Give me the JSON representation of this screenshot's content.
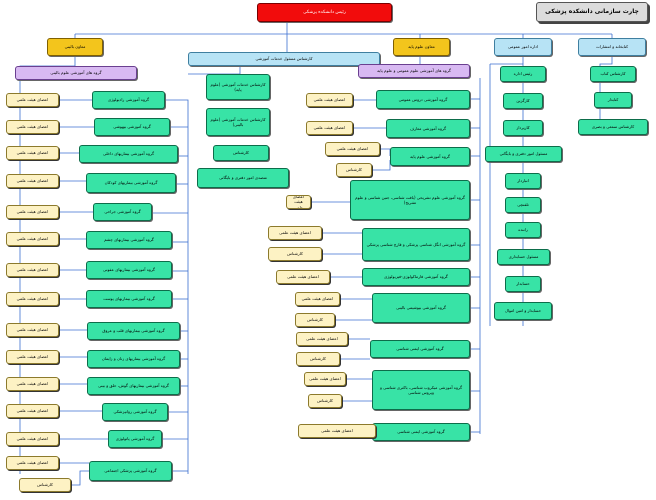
{
  "title": "چارت سازمانی دانشکده پزشکی",
  "root": "رئیس دانشکده پزشکی",
  "deputies": {
    "clinical": "معاون بالینی",
    "basic": "معاون علوم پایه",
    "general_affairs": "اداره امور عمومی",
    "library": "کتابخانه و انتشارات"
  },
  "edu_services": "کارشناس مسئول خدمات آموزشی",
  "edu_staff": [
    "کارشناس خدمات آموزشی (علوم پایه)",
    "کارشناس خدمات آموزشی (علوم بالینی)",
    "کارشناس",
    "متصدی امور دفتری و بایگانی"
  ],
  "clinical_groups_header": "گروه های آموزشی علوم بالینی",
  "clinical_groups": [
    "گروه آموزشی رادیولوژی",
    "گروه آموزشی بیهوشی",
    "گروه آموزشی بیماریهای داخلی",
    "گروه آموزشی بیماریهای کودکان",
    "گروه آموزشی جراحی",
    "گروه آموزشی بیماریهای چشم",
    "گروه آموزشی بیماریهای عفونی",
    "گروه آموزشی بیماریهای پوست",
    "گروه آموزشی بیماریهای قلب و عروق",
    "گروه آموزشی بیماریهای زنان و زایمان",
    "گروه آموزشی بیماریهای گوش، حلق و بینی",
    "گروه آموزشی روانپزشکی",
    "گروه آموزشی پاتولوژی",
    "گروه آموزشی پزشکی اجتماعی"
  ],
  "basic_groups_header": "گروه های آموزشی علوم عمومی و علوم پایه",
  "basic_groups": [
    "گروه آموزشی دروس عمومی",
    "گروه آموزشی معارف",
    "گروه آموزشی علوم پایه",
    "گروه آموزشی علوم تشریحی (بافت شناسی، جنین شناسی و علوم تشریح)",
    "گروه آموزشی انگل شناسی پزشکی و قارچ شناسی پزشکی",
    "گروه آموزشی فارماکولوژی-فیزیولوژی",
    "گروه آموزشی بیوشیمی بالینی",
    "گروه آموزشی ایمنی شناسی",
    "گروه آموزشی میکروب شناسی، باکتری شناسی و ویروس شناسی",
    "گروه آموزشی ایمنی شناسی"
  ],
  "faculty_label": "اعضای هیئت علمی",
  "expert_label": "کارشناس",
  "general_affairs_staff": [
    "رئیس اداره",
    "کارگزین",
    "کارپرداز",
    "مسئول امور دفتری و بایگانی",
    "انباردار",
    "تلفنچی",
    "راننده",
    "مسئول حسابداری",
    "حسابدار",
    "حسابدار و امین اموال"
  ],
  "library_staff": [
    "کارشناس کتاب",
    "کتابدار",
    "کارشناس سمعی و بصری"
  ]
}
